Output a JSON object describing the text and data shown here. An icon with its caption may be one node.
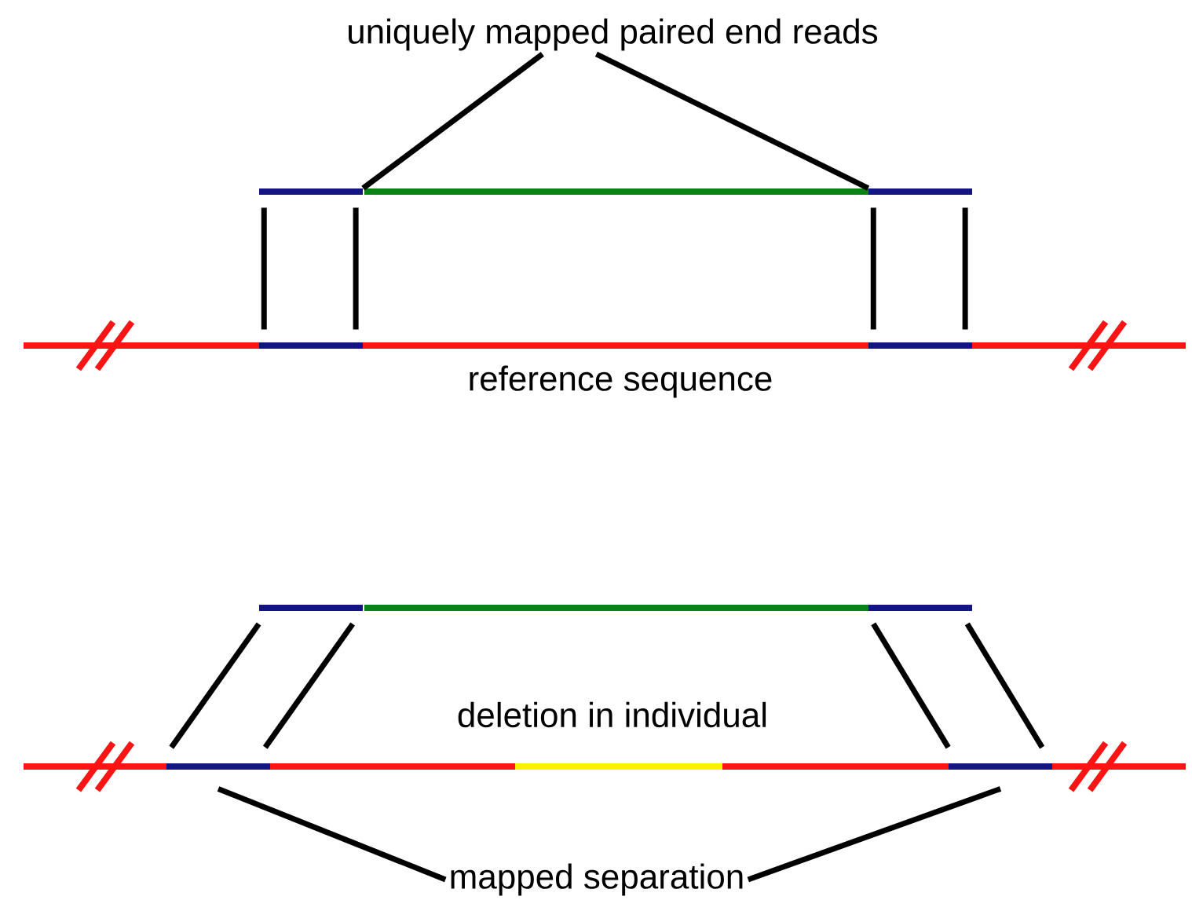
{
  "diagram": {
    "nodes": [
      {
        "text": [
          "uniquely mapped paired end reads"
        ]
      },
      {
        "text": [],
        "shape": "bar"
      },
      {
        "text": [],
        "shape": "bar"
      },
      {
        "text": [],
        "shape": "bar"
      },
      {
        "text": [],
        "shape": "bar"
      },
      {
        "text": [],
        "shape": "bar"
      },
      {
        "text": [],
        "shape": "bar"
      },
      {
        "text": [],
        "shape": "bar"
      },
      {
        "text": [],
        "shape": "bar"
      },
      {
        "text": [
          "mapped separation"
        ]
      }
    ],
    "edges": [
      {
        "from": 0,
        "to": 1,
        "arrow": "none"
      },
      {
        "from": 0,
        "to": 2,
        "arrow": "none"
      },
      {
        "from": 1,
        "to": 3,
        "arrow": "none"
      },
      {
        "from": 1,
        "to": 3,
        "arrow": "none"
      },
      {
        "from": 2,
        "to": 4,
        "arrow": "none"
      },
      {
        "from": 2,
        "to": 4,
        "arrow": "none"
      },
      {
        "from": 5,
        "to": 7,
        "arrow": "none"
      },
      {
        "from": 5,
        "to": 7,
        "arrow": "none"
      },
      {
        "from": 6,
        "to": 8,
        "arrow": "none"
      },
      {
        "from": 6,
        "to": 8,
        "arrow": "none"
      },
      {
        "from": 9,
        "to": 7,
        "arrow": "none"
      },
      {
        "from": 9,
        "to": 8,
        "arrow": "none"
      }
    ],
    "labels": [
      "reference sequence",
      "deletion in individual"
    ]
  }
}
